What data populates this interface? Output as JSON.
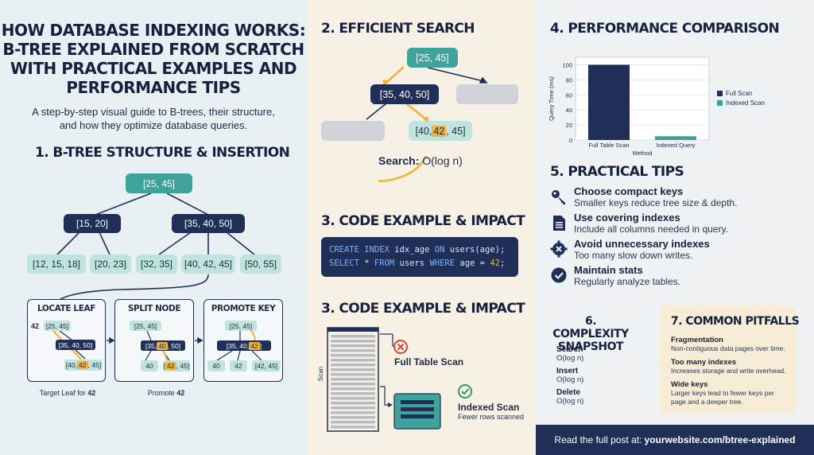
{
  "header": {
    "title_lines": [
      "HOW DATABASE INDEXING WORKS:",
      "B-TREE EXPLAINED FROM SCRATCH",
      "WITH PRACTICAL EXAMPLES AND",
      "PERFORMANCE TIPS"
    ],
    "subtitle_lines": [
      "A step-by-step visual guide to B-trees, their structure,",
      "and how they optimize database queries."
    ]
  },
  "section1": {
    "title": "1. B-TREE STRUCTURE & INSERTION",
    "root": "[25, 45]",
    "level2": [
      "[15, 20]",
      "[35, 40, 50]"
    ],
    "leaves": [
      "[12, 15, 18]",
      "[20, 23]",
      "[32, 35]",
      "[40, 42, 45]",
      "[50, 55]"
    ],
    "steps": [
      {
        "title": "LOCATE LEAF",
        "key_prefix": "42",
        "root": "[25, 45]",
        "mid": "[35, 40, 50]",
        "leaf_pre": "[40, ",
        "leaf_hl": "42",
        "leaf_post": ", 45]",
        "caption_pre": "Target Leaf for ",
        "caption_key": "42"
      },
      {
        "title": "SPLIT NODE",
        "root": "[25, 45]",
        "mid_pre": "[35, ",
        "mid_hl": "40",
        "mid_post": ", 50]",
        "left": "40",
        "right_pre": "[",
        "right_hl": "42",
        "right_post": ", 45]",
        "caption_pre": "Promote ",
        "caption_key": "42"
      },
      {
        "title": "PROMOTE KEY",
        "root": "[25, 45]",
        "mid_pre": "[35, 40, ",
        "mid_hl": "42",
        "mid_post": "]",
        "c1": "40",
        "c2": "42",
        "c3": "[42, 45]"
      }
    ]
  },
  "section2": {
    "title": "2. EFFICIENT SEARCH",
    "root": "[25, 45]",
    "mid": "[35, 40, 50]",
    "leaf_pre": "[40, ",
    "leaf_hl": "42",
    "leaf_post": ", 45]",
    "search_label": "Search: ",
    "search_complexity": "O(log n)"
  },
  "section3": {
    "title": "3. CODE EXAMPLE & IMPACT",
    "code_lines": [
      [
        {
          "t": "CREATE INDEX",
          "c": "#7fb2f0"
        },
        {
          "t": " idx_age ",
          "c": "#dbe6f5"
        },
        {
          "t": "ON",
          "c": "#7fb2f0"
        },
        {
          "t": " users(age);",
          "c": "#dbe6f5"
        }
      ],
      [
        {
          "t": "SELECT",
          "c": "#7fb2f0"
        },
        {
          "t": " * ",
          "c": "#dbe6f5"
        },
        {
          "t": "FROM",
          "c": "#7fb2f0"
        },
        {
          "t": " users ",
          "c": "#dbe6f5"
        },
        {
          "t": "WHERE",
          "c": "#7fb2f0"
        },
        {
          "t": " age = ",
          "c": "#dbe6f5"
        },
        {
          "t": "42",
          "c": "#f0b23b"
        },
        {
          "t": ";",
          "c": "#dbe6f5"
        }
      ]
    ]
  },
  "section3b": {
    "title": "3. CODE EXAMPLE & IMPACT",
    "axis_label": "Scan",
    "full_scan": "Full Table Scan",
    "indexed_scan": "Indexed Scan",
    "indexed_note": "Fewer rows scanned"
  },
  "section4": {
    "title": "4. PERFORMANCE COMPARISON"
  },
  "chart_data": {
    "type": "bar",
    "categories": [
      "Full Table Scan",
      "Indexed Query"
    ],
    "series": [
      {
        "name": "Full Scan",
        "values": [
          100,
          null
        ],
        "color": "#1f2f57"
      },
      {
        "name": "Indexed Scan",
        "values": [
          null,
          5
        ],
        "color": "#3fa29b"
      }
    ],
    "xlabel": "Method",
    "ylabel": "Query Time (ms)",
    "ylim": [
      0,
      110
    ],
    "yticks": [
      0,
      20,
      40,
      60,
      80,
      100
    ],
    "grid": true,
    "legend": "right"
  },
  "section5": {
    "title": "5. PRACTICAL TIPS",
    "tips": [
      {
        "title": "Choose compact keys",
        "desc": "Smaller keys reduce tree size & depth.",
        "icon": "key-icon"
      },
      {
        "title": "Use covering indexes",
        "desc": "Include all columns needed in query.",
        "icon": "document-icon"
      },
      {
        "title": "Avoid unnecessary indexes",
        "desc": "Too many slow down writes.",
        "icon": "gear-x-icon"
      },
      {
        "title": "Maintain stats",
        "desc": "Regularly analyze tables.",
        "icon": "check-circle-icon"
      }
    ]
  },
  "section6": {
    "title_lines": [
      "6. COMPLEXITY",
      "SNAPSHOT"
    ],
    "items": [
      {
        "label": "Search",
        "value": "O(log n)"
      },
      {
        "label": "Insert",
        "value": "O(log n)"
      },
      {
        "label": "Delete",
        "value": "O(log n)"
      }
    ]
  },
  "section7": {
    "title": "7. COMMON PITFALLS",
    "items": [
      {
        "title": "Fragmentation",
        "desc": "Non-contiguous data pages over time."
      },
      {
        "title": "Too many indexes",
        "desc": "Increases storage and write overhead."
      },
      {
        "title": "Wide keys",
        "desc": "Larger keys lead to fewer keys per page and a deeper tree."
      }
    ]
  },
  "footer": {
    "prefix": "Read the full post at: ",
    "url": "yourwebsite.com/btree-explained"
  },
  "colors": {
    "navy": "#1f2f57",
    "teal": "#3fa29b",
    "light_teal": "#bfe3dd",
    "highlight": "#f0b23b",
    "red": "#d9453f",
    "green": "#2f9a6a"
  }
}
